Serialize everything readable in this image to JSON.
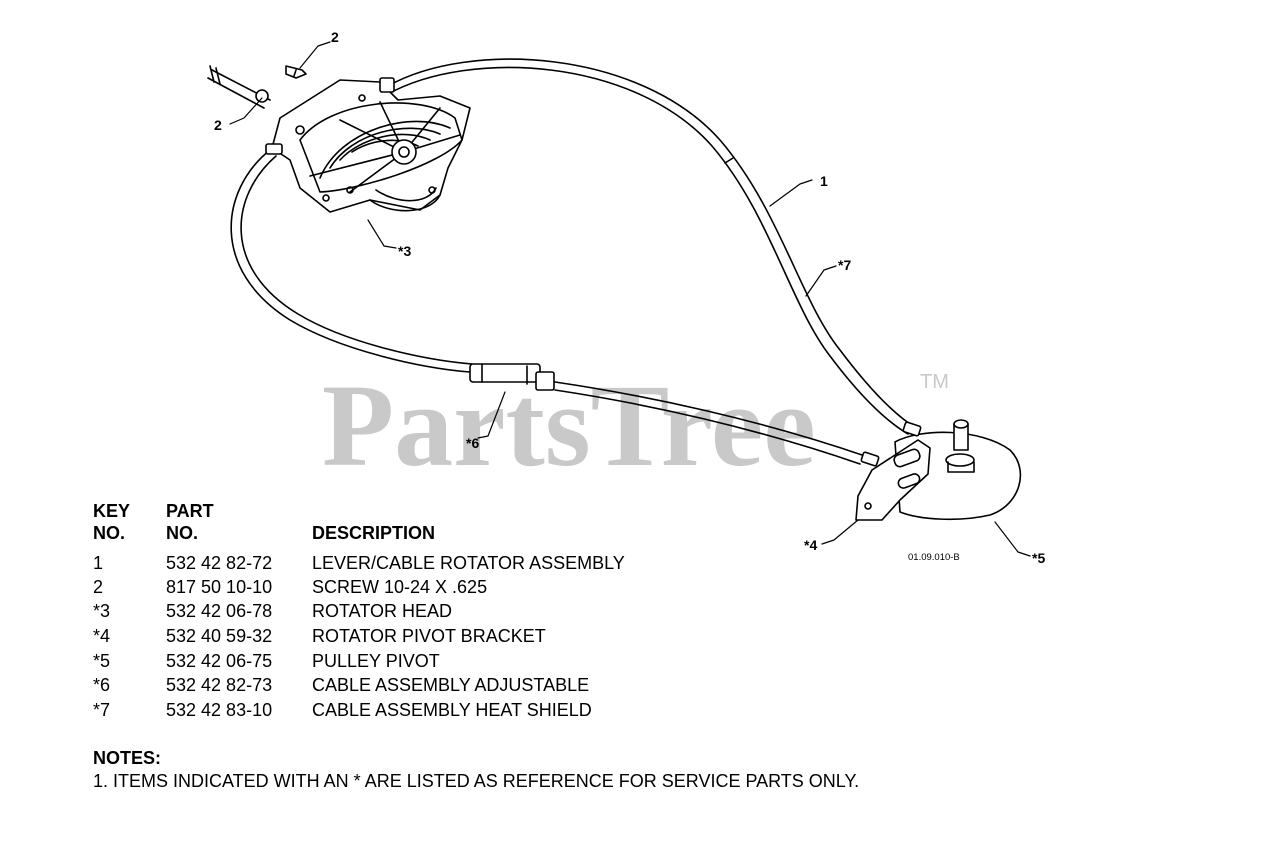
{
  "watermark": {
    "brand": "PartsTree",
    "trademark": "TM"
  },
  "drawing_number": "01.09.010-B",
  "callouts": [
    "2",
    "2",
    "*3",
    "1",
    "*7",
    "*6",
    "*4",
    "*5"
  ],
  "table": {
    "headers": {
      "key_line1": "KEY",
      "key_line2": "NO.",
      "part_line1": "PART",
      "part_line2": "NO.",
      "description": "DESCRIPTION"
    },
    "rows": [
      {
        "key": "1",
        "part": "532 42 82-72",
        "description": "LEVER/CABLE ROTATOR ASSEMBLY"
      },
      {
        "key": "2",
        "part": "817 50 10-10",
        "description": "SCREW 10-24 X .625"
      },
      {
        "key": "*3",
        "part": "532 42 06-78",
        "description": "ROTATOR HEAD"
      },
      {
        "key": "*4",
        "part": "532 40 59-32",
        "description": "ROTATOR PIVOT BRACKET"
      },
      {
        "key": "*5",
        "part": "532 42 06-75",
        "description": "PULLEY PIVOT"
      },
      {
        "key": "*6",
        "part": "532 42 82-73",
        "description": "CABLE ASSEMBLY ADJUSTABLE"
      },
      {
        "key": "*7",
        "part": "532 42 83-10",
        "description": "CABLE ASSEMBLY HEAT SHIELD"
      }
    ]
  },
  "notes": {
    "title": "NOTES:",
    "items": [
      "1. ITEMS INDICATED WITH AN * ARE LISTED AS REFERENCE FOR SERVICE PARTS ONLY."
    ]
  }
}
